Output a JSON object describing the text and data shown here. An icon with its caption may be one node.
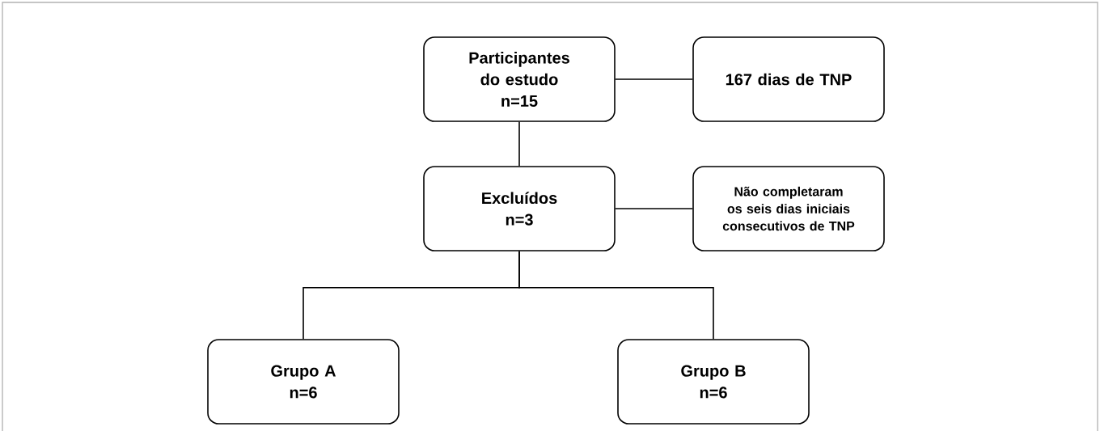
{
  "diagram": {
    "nodes": [
      {
        "text": [
          "Participantes do estudo",
          "n=15"
        ]
      },
      {
        "text": [
          "167 dias de TNP"
        ]
      },
      {
        "text": [
          "Excluídos",
          "n=3"
        ]
      },
      {
        "text": [
          "Não completaram os seis dias iniciais consecutivos de TNP"
        ]
      },
      {
        "text": [
          "Grupo A",
          "n=6"
        ]
      },
      {
        "text": [
          "Grupo B",
          "n=6"
        ]
      }
    ],
    "edges": [
      {
        "from": 0,
        "to": 1,
        "arrow": "none"
      },
      {
        "from": 0,
        "to": 2,
        "arrow": "none"
      },
      {
        "from": 2,
        "to": 3,
        "arrow": "none"
      },
      {
        "from": 2,
        "to": 4,
        "arrow": "none"
      },
      {
        "from": 2,
        "to": 5,
        "arrow": "none"
      }
    ]
  }
}
